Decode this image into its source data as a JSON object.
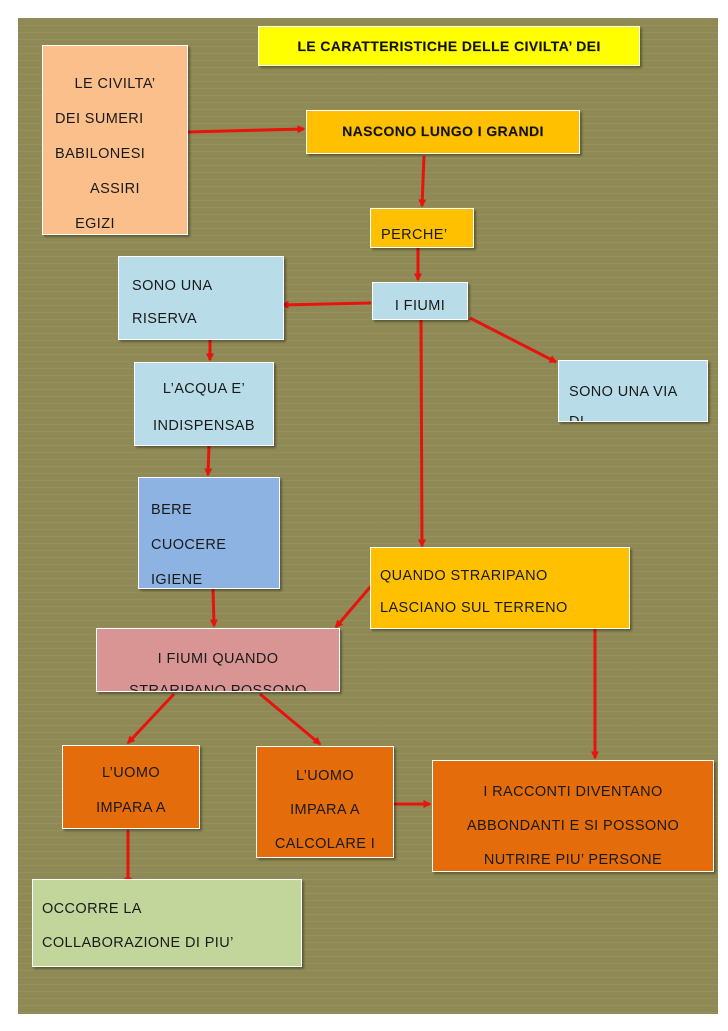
{
  "title": "LE CARATTERISTICHE DELLE CIVILTA’ DEI",
  "nodes": {
    "civilta": [
      "LE CIVILTA’",
      "DEI  SUMERI",
      "BABILONESI",
      "ASSIRI",
      "EGIZI"
    ],
    "nascono": "NASCONO LUNGO I GRANDI",
    "perche": "PERCHE’",
    "fiumi": "I FIUMI",
    "riserva": [
      "SONO UNA",
      "RISERVA"
    ],
    "via": [
      "SONO UNA VIA",
      "DI"
    ],
    "acqua": [
      "L’ACQUA E’",
      "INDISPENSAB"
    ],
    "bere": [
      "BERE",
      "CUOCERE",
      "IGIENE"
    ],
    "straripano": [
      "QUANDO STRARIPANO",
      "LASCIANO SUL TERRENO"
    ],
    "fiumi_quando": [
      "I FIUMI QUANDO",
      "STRARIPANO POSSONO"
    ],
    "uomo1": [
      "L’UOMO",
      "IMPARA A"
    ],
    "uomo2": [
      "L’UOMO",
      "IMPARA A",
      "CALCOLARE I"
    ],
    "racconti": [
      "I RACCONTI DIVENTANO",
      "ABBONDANTI E SI POSSONO",
      "NUTRIRE PIU’ PERSONE"
    ],
    "occorre": [
      "OCCORRE LA",
      "COLLABORAZIONE DI PIU’"
    ]
  },
  "colors": {
    "background": "#8f8a55",
    "arrow": "#e8130c",
    "peach": "#fbbf8c",
    "yellow": "#ffc000",
    "light_blue": "#b8dde8",
    "blue": "#8db3e2",
    "pink": "#d99594",
    "orange": "#e46c0a",
    "light_green": "#c2d69b"
  }
}
